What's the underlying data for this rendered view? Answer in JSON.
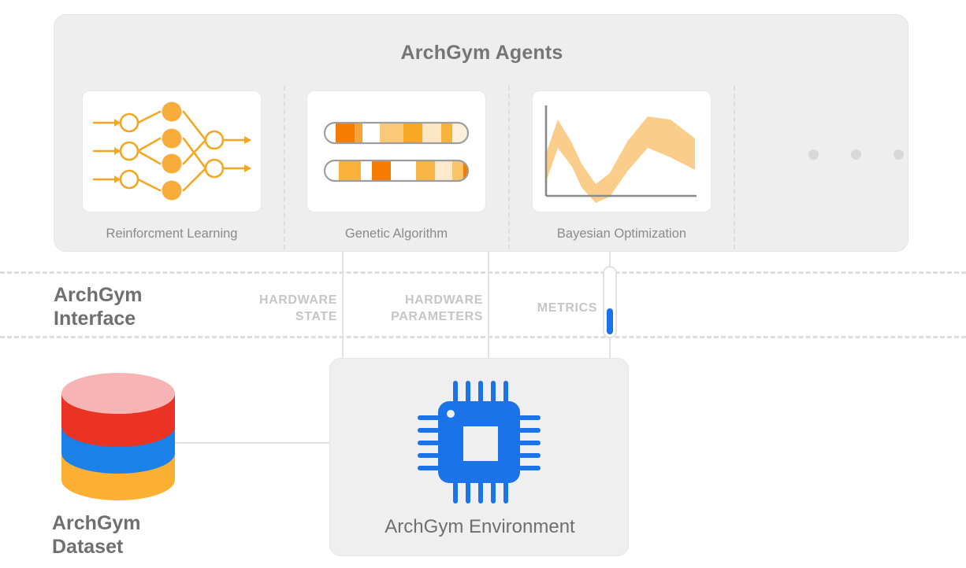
{
  "agents_panel": {
    "title": "ArchGym Agents",
    "cards": [
      {
        "label": "Reinforcment Learning",
        "icon": "neural-network-icon"
      },
      {
        "label": "Genetic Algorithm",
        "icon": "chromosome-icon"
      },
      {
        "label": "Bayesian Optimization",
        "icon": "uncertainty-band-chart-icon"
      }
    ],
    "more_indicator": "ellipsis-dots"
  },
  "interface": {
    "title_line1": "ArchGym",
    "title_line2": "Interface",
    "channels": [
      {
        "name": "hardware-state",
        "label": "HARDWARE\nSTATE"
      },
      {
        "name": "hardware-parameters",
        "label": "HARDWARE\nPARAMETERS"
      },
      {
        "name": "metrics",
        "label": "METRICS"
      }
    ],
    "gauge": {
      "name": "metrics-gauge",
      "fill_color": "#1a73e8"
    }
  },
  "environment": {
    "label": "ArchGym Environment",
    "icon": "cpu-chip-icon",
    "icon_color": "#1a73e8"
  },
  "dataset": {
    "label_line1": "ArchGym",
    "label_line2": "Dataset",
    "icon": "database-cylinder-icon",
    "layer_colors": [
      "#f8b4b4",
      "#ea3323",
      "#1a81e8",
      "#fbb033"
    ]
  },
  "colors": {
    "panel_bg": "#eeeeee",
    "card_bg": "#ffffff",
    "accent_orange": "#f5a623",
    "accent_orange_dark": "#f57c00",
    "accent_blue": "#1a73e8",
    "text_gray": "#757575",
    "muted_gray": "#c6c6c6",
    "line_gray": "#e2e2e2"
  },
  "chromosomes": [
    {
      "segments": [
        {
          "color": "#ffffff",
          "w": 14
        },
        {
          "color": "#f57c00",
          "w": 18
        },
        {
          "color": "#f9a13a",
          "w": 8
        },
        {
          "color": "#ffffff",
          "w": 22
        },
        {
          "color": "#fbc87a",
          "w": 24
        },
        {
          "color": "#f9a825",
          "w": 20
        },
        {
          "color": "#fde6c4",
          "w": 22
        },
        {
          "color": "#f7b23b",
          "w": 12
        },
        {
          "color": "#fdf0db",
          "w": 20
        },
        {
          "color": "#ffffff",
          "w": 16
        }
      ]
    },
    {
      "segments": [
        {
          "color": "#ffffff",
          "w": 16
        },
        {
          "color": "#f8b githubd",
          "w": 0
        },
        {
          "color": "#f9b13c",
          "w": 24
        },
        {
          "color": "#ffffff",
          "w": 14
        },
        {
          "color": "#f57c00",
          "w": 20
        },
        {
          "color": "#ffffff",
          "w": 30
        },
        {
          "color": "#f9b646",
          "w": 24
        },
        {
          "color": "#fde9cb",
          "w": 24
        },
        {
          "color": "#f9c468",
          "w": 14
        },
        {
          "color": "#f57c00",
          "w": 22
        },
        {
          "color": "#ffffff",
          "w": 14
        }
      ]
    }
  ],
  "chart_data": {
    "type": "area",
    "title": "Bayesian Optimization",
    "xlabel": "",
    "ylabel": "",
    "x": [
      0,
      1,
      2,
      3,
      4,
      5,
      6,
      7
    ],
    "upper": [
      0.8,
      0.86,
      0.62,
      0.36,
      0.52,
      0.8,
      0.82,
      0.72
    ],
    "lower": [
      0.46,
      0.56,
      0.34,
      0.1,
      0.26,
      0.58,
      0.62,
      0.44
    ],
    "band_color": "#fbcd8a",
    "grid": false,
    "legend": "none",
    "axes": [
      "left",
      "bottom"
    ]
  }
}
